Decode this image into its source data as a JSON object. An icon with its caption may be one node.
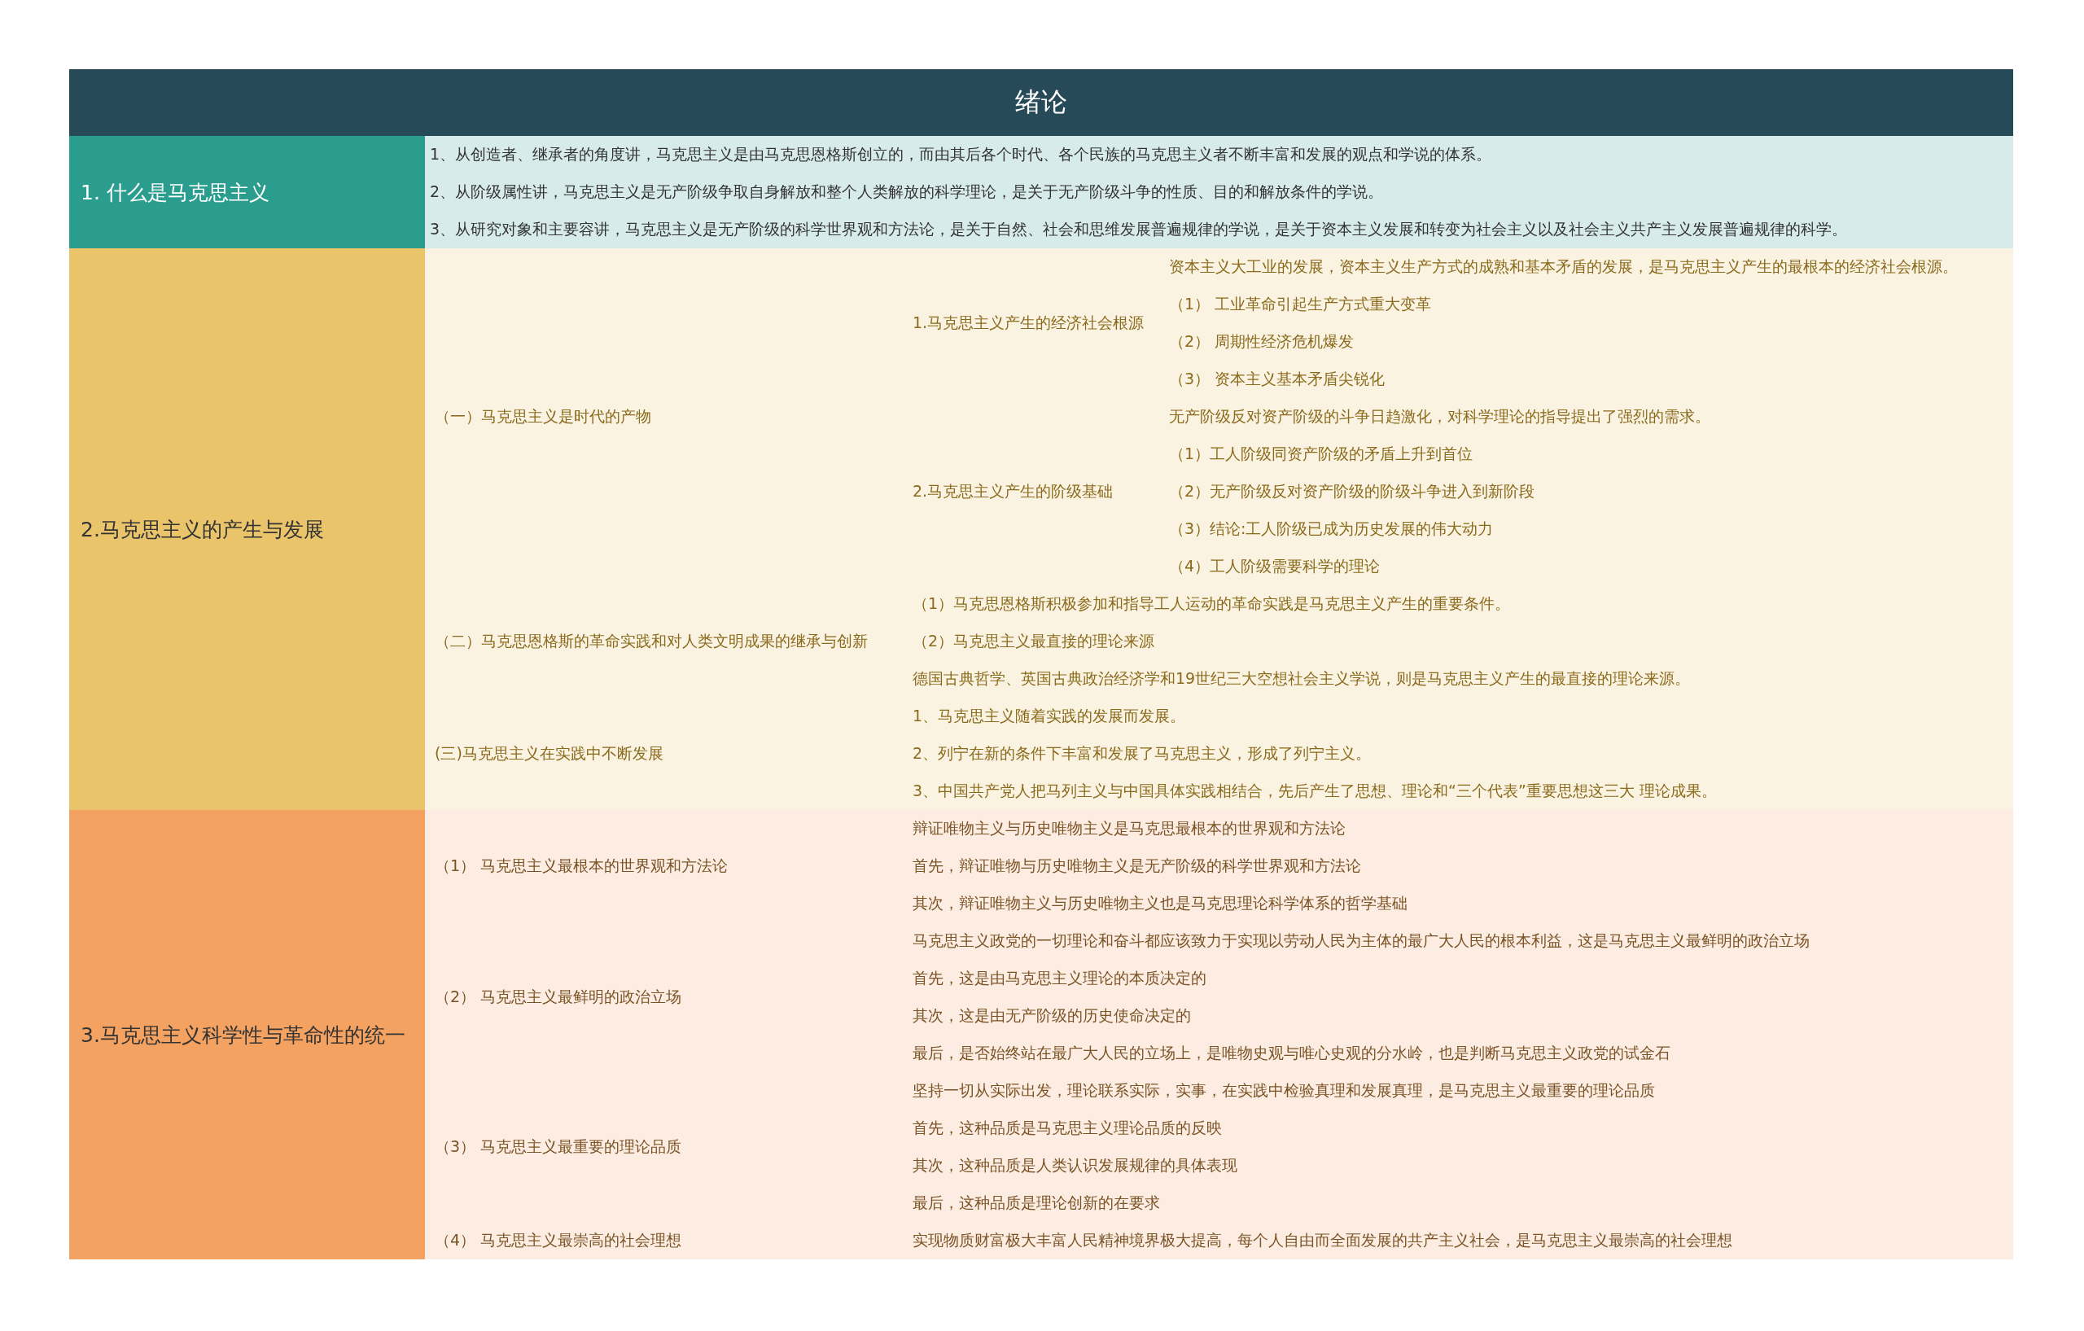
{
  "diagram": {
    "title": "绪论",
    "nodes": [
      {
        "text": [
          "1. 什么是马克思主义"
        ]
      },
      {
        "text": [
          "1、从创造者、继承者的角度讲，马克思主义是由马克思恩格斯创立的，而由其后各个时代、各个民族的马克思主义者不断丰富和发展的观点和学说的体系。",
          "2、从阶级属性讲，马克思主义是无产阶级争取自身解放和整个人类解放的科学理论，是关于无产阶级斗争的性质、目的和解放条件的学说。",
          "3、从研究对象和主要容讲，马克思主义是无产阶级的科学世界观和方法论，是关于自然、社会和思维发展普遍规律的学说，是关于资本主义发展和转变为社会主义以及社会主义共产主义发展普遍规律的科学。"
        ]
      },
      {
        "text": [
          "2.马克思主义的产生与发展"
        ]
      },
      {
        "text": [
          "（一）马克思主义是时代的产物",
          "1.马克思主义产生的经济社会根源",
          "资本主义大工业的发展，资本主义生产方式的成熟和基本矛盾的发展，是马克思主义产生的最根本的经济社会根源。",
          "（1） 工业革命引起生产方式重大变革",
          "（2） 周期性经济危机爆发",
          "（3） 资本主义基本矛盾尖锐化",
          "2.马克思主义产生的阶级基础",
          "无产阶级反对资产阶级的斗争日趋激化，对科学理论的指导提出了强烈的需求。",
          "（1）工人阶级同资产阶级的矛盾上升到首位",
          "（2）无产阶级反对资产阶级的阶级斗争进入到新阶段",
          "（3）结论:工人阶级已成为历史发展的伟大动力",
          "（4）工人阶级需要科学的理论",
          "（二）马克思恩格斯的革命实践和对人类文明成果的继承与创新",
          "（1）马克思恩格斯积极参加和指导工人运动的革命实践是马克思主义产生的重要条件。",
          "（2）马克思主义最直接的理论来源",
          "德国古典哲学、英国古典政治经济学和19世纪三大空想社会主义学说，则是马克思主义产生的最直接的理论来源。",
          "(三)马克思主义在实践中不断发展",
          "1、马克思主义随着实践的发展而发展。",
          "2、列宁在新的条件下丰富和发展了马克思主义，形成了列宁主义。",
          "3、中国共产党人把马列主义与中国具体实践相结合，先后产生了思想、理论和“三个代表”重要思想这三大 理论成果。"
        ]
      },
      {
        "text": [
          "3.马克思主义科学性与革命性的统一"
        ]
      },
      {
        "text": [
          "（1） 马克思主义最根本的世界观和方法论",
          "辩证唯物主义与历史唯物主义是马克思最根本的世界观和方法论",
          "首先，辩证唯物与历史唯物主义是无产阶级的科学世界观和方法论",
          "其次，辩证唯物主义与历史唯物主义也是马克思理论科学体系的哲学基础",
          "（2） 马克思主义最鲜明的政治立场",
          "马克思主义政党的一切理论和奋斗都应该致力于实现以劳动人民为主体的最广大人民的根本利益，这是马克思主义最鲜明的政治立场",
          "首先，这是由马克思主义理论的本质决定的",
          "其次，这是由无产阶级的历史使命决定的",
          "最后，是否始终站在最广大人民的立场上，是唯物史观与唯心史观的分水岭，也是判断马克思主义政党的试金石",
          "（3） 马克思主义最重要的理论品质",
          "坚持一切从实际出发，理论联系实际，实事，在实践中检验真理和发展真理，是马克思主义最重要的理论品质",
          "首先，这种品质是马克思主义理论品质的反映",
          "其次，这种品质是人类认识发展规律的具体表现",
          "最后，这种品质是理论创新的在要求",
          "（4） 马克思主义最崇高的社会理想",
          "实现物质财富极大丰富人民精神境界极大提高，每个人自由而全面发展的共产主义社会，是马克思主义最崇高的社会理想"
        ]
      }
    ]
  }
}
